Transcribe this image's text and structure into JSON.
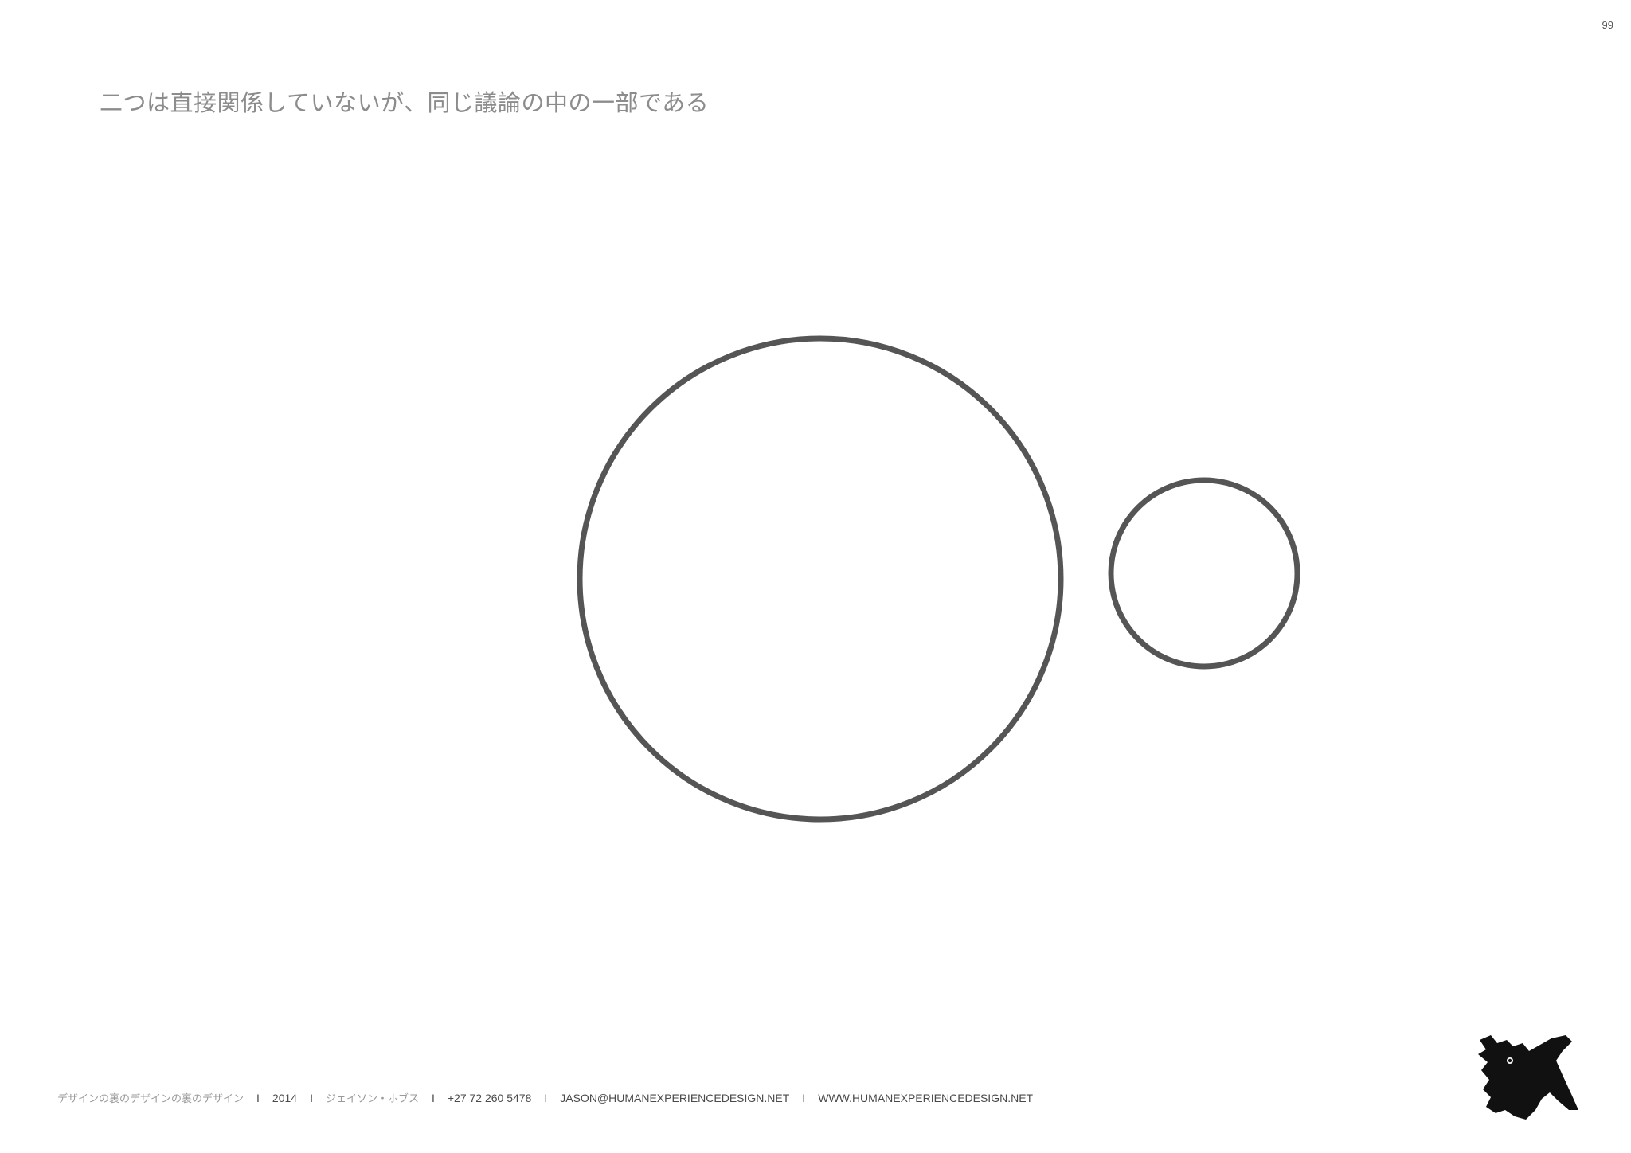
{
  "page": {
    "number": "99"
  },
  "title": "二つは直接関係していないが、同じ議論の中の一部である",
  "diagram": {
    "shapes": [
      "large-circle",
      "small-circle"
    ],
    "stroke_color": "#555555"
  },
  "footer": {
    "book_title": "デザインの裏のデザインの裏のデザイン",
    "separator": "I",
    "year": "2014",
    "author": "ジェイソン・ホブス",
    "phone": "+27 72 260 5478",
    "email": "JASON@HUMANEXPERIENCEDESIGN.NET",
    "website": "WWW.HUMANEXPERIENCEDESIGN.NET"
  },
  "logo": {
    "icon": "butterfly-figure-logo",
    "color": "#111111"
  }
}
